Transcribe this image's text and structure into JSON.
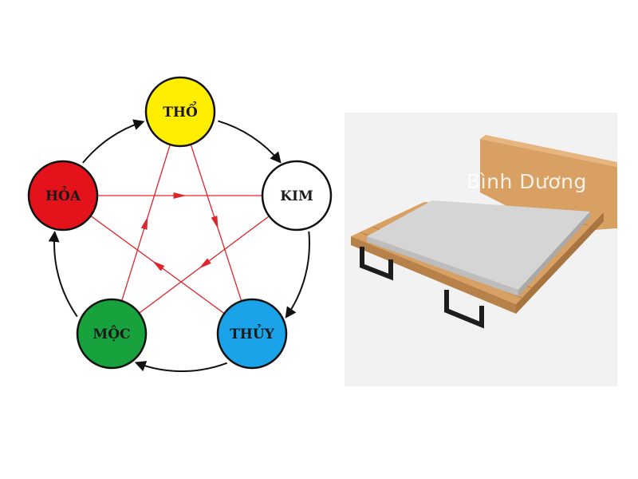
{
  "diagram": {
    "elements": [
      {
        "id": "tho",
        "label": "THỔ",
        "fill": "#ffee00",
        "text_color": "#1a1a1a"
      },
      {
        "id": "kim",
        "label": "KIM",
        "fill": "#ffffff",
        "text_color": "#1a1a1a"
      },
      {
        "id": "thuy",
        "label": "THỦY",
        "fill": "#1aa3e8",
        "text_color": "#1a1a1a"
      },
      {
        "id": "moc",
        "label": "MỘC",
        "fill": "#17a23e",
        "text_color": "#1a1a1a"
      },
      {
        "id": "hoa",
        "label": "HỎA",
        "fill": "#e3121b",
        "text_color": "#1a1a1a"
      }
    ],
    "generating_cycle": [
      "tho",
      "kim",
      "thuy",
      "moc",
      "hoa"
    ],
    "overcoming_edges": [
      [
        "hoa",
        "kim"
      ],
      [
        "kim",
        "moc"
      ],
      [
        "moc",
        "tho"
      ],
      [
        "tho",
        "thuy"
      ],
      [
        "thuy",
        "hoa"
      ]
    ],
    "colors": {
      "cycle_arrow": "#111111",
      "star_line": "#e0242c",
      "outline": "#111111"
    }
  },
  "bed": {
    "watermark": "Bình Dương",
    "colors": {
      "wood": "#d9a063",
      "wood_dark": "#b7824a",
      "mattress": "#d5d5d5",
      "leg": "#1d1d1d"
    }
  }
}
